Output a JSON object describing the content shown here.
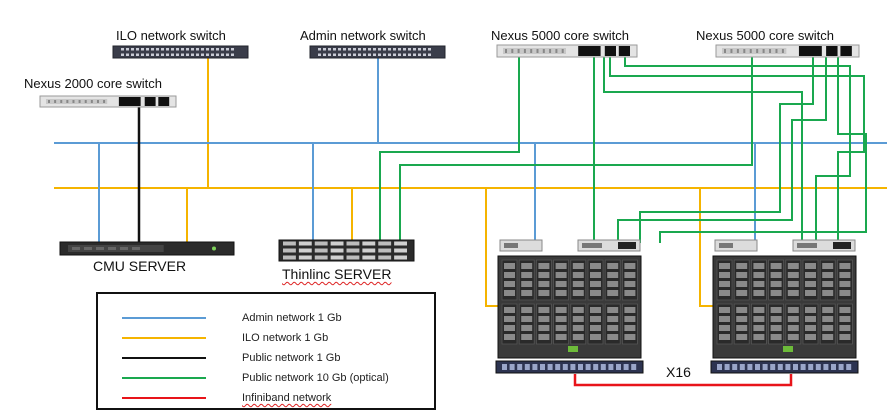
{
  "colors": {
    "admin": "#5b9bd5",
    "ilo": "#f5b400",
    "public": "#111111",
    "public_optical": "#1aa84f",
    "infiniband": "#e8141a",
    "device_dark": "#2a2a2a",
    "device_light": "#d8d8d8"
  },
  "labels": {
    "ilo_switch": "ILO network switch",
    "admin_switch": "Admin network switch",
    "nexus5000_a": "Nexus 5000 core switch",
    "nexus5000_b": "Nexus 5000 core switch",
    "nexus2000": "Nexus 2000 core switch",
    "cmu_server": "CMU SERVER",
    "thinlinc_server": "Thinlinc SERVER",
    "multiplier": "X16"
  },
  "legend": [
    {
      "label": "Admin network 1 Gb",
      "color_key": "admin"
    },
    {
      "label": "ILO network 1 Gb",
      "color_key": "ilo"
    },
    {
      "label": "Public network 1 Gb",
      "color_key": "public"
    },
    {
      "label": "Public network 10 Gb (optical)",
      "color_key": "public_optical"
    },
    {
      "label": "Infiniband network",
      "color_key": "infiniband"
    }
  ],
  "icons": {
    "switch": "network-switch-icon",
    "server": "rack-server-icon",
    "enclosure": "blade-enclosure-icon"
  }
}
